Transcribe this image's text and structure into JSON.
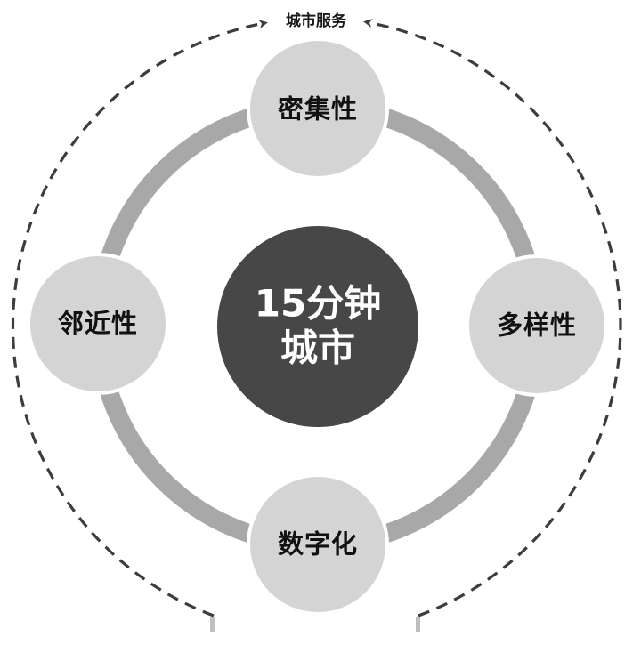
{
  "diagram": {
    "title": "城市服务",
    "center": {
      "line1": "15分钟",
      "line2": "城市"
    },
    "nodes": [
      {
        "id": "top",
        "label": "密集性"
      },
      {
        "id": "right",
        "label": "多样性"
      },
      {
        "id": "bottom",
        "label": "数字化"
      },
      {
        "id": "left",
        "label": "邻近性"
      }
    ],
    "icons": {
      "outer_arc": "dashed-arrow-arc",
      "arrow_left": "arrowhead-right-icon",
      "arrow_right": "arrowhead-left-icon"
    },
    "colors": {
      "ring": "#a8a8a8",
      "node_fill": "#d4d4d4",
      "center_fill": "#474747",
      "dash": "#3c3c3c",
      "node_text": "#111111",
      "center_text": "#ffffff"
    }
  }
}
